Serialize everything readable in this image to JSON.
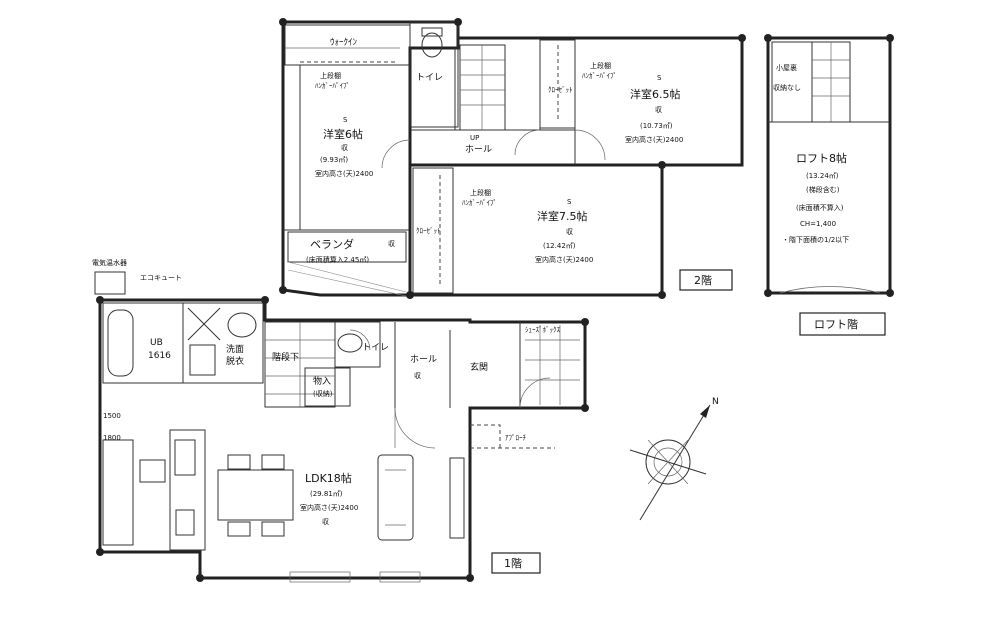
{
  "floor2": {
    "walkin_closet": "ｳｫｰｸｲﾝ",
    "upper_hanger_left": "上段棚",
    "hanger_pipe_left": "ﾊﾝｶﾞｰﾊﾟｲﾌﾟ",
    "toilet": "トイレ",
    "room_left_name": "洋室6帖",
    "room_left_badge": "S",
    "room_left_storage": "収",
    "room_left_area": "(9.93㎡)",
    "room_left_ceiling": "室内高さ(天)2400",
    "veranda": "ベランダ",
    "veranda_area": "(床面積算入2.45㎡)",
    "veranda_storage": "収",
    "hall": "ホール",
    "closet_mid": "ｸﾛｰｾﾞｯﾄ",
    "upper_hanger_mid": "上段棚",
    "hanger_pipe_mid": "ﾊﾝｶﾞｰﾊﾟｲﾌﾟ",
    "room_right_name": "洋室6.5帖",
    "room_right_badge": "S",
    "room_right_storage": "収",
    "room_right_area": "(10.73㎡)",
    "room_right_ceiling": "室内高さ(天)2400",
    "upper_hanger_c": "上段棚",
    "hanger_pipe_c": "ﾊﾝｶﾞｰﾊﾟｲﾌﾟ",
    "closet_c": "ｸﾛｰｾﾞｯﾄ",
    "room_center_name": "洋室7.5帖",
    "room_center_badge": "S",
    "room_center_storage": "収",
    "room_center_area": "(12.42㎡)",
    "room_center_ceiling": "室内高さ(天)2400",
    "up_label": "UP",
    "floor_label": "2階"
  },
  "loft": {
    "storage": "小屋裏",
    "storage_note": "収納なし",
    "name": "ロフト8帖",
    "area": "(13.24㎡)",
    "note1": "(梯段含む)",
    "note2": "(床面積不算入)",
    "height": "CH=1,400",
    "note3": "・階下面積の1/2以下",
    "floor_label": "ロフト階"
  },
  "floor1": {
    "water_heater": "電気温水器",
    "eco_cute": "エコキュート",
    "ub": "UB",
    "ub_size": "1616",
    "wash_dressing": "洗面",
    "wash_dressing2": "脱衣",
    "storage_under": "階段下",
    "storage_closet": "物入",
    "storage_closet_note": "(収納)",
    "toilet": "トイレ",
    "hall": "ホール",
    "hall_storage": "収",
    "entrance": "玄関",
    "shoebox": "ｼｭｰｽﾞﾎﾞｯｸｽ",
    "approach": "ｱﾌﾟﾛｰﾁ",
    "ldk_name": "LDK18帖",
    "ldk_area": "(29.81㎡)",
    "ldk_ceiling": "室内高さ(天)2400",
    "ldk_storage": "収",
    "floor_label": "1階",
    "dim_left": "1500",
    "dim_right": "1800"
  },
  "compass": {
    "north": "N"
  },
  "colors": {
    "wall": "#222222",
    "background": "#ffffff"
  }
}
